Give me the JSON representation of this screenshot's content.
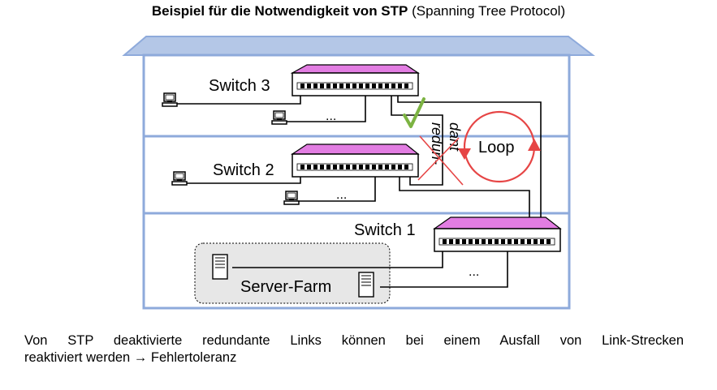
{
  "title": {
    "bold": "Beispiel für die Notwendigkeit von STP",
    "normal": "(Spanning Tree Protocol)"
  },
  "diagram": {
    "switches": [
      "Switch 3",
      "Switch 2",
      "Switch 1"
    ],
    "ellipsis": "...",
    "server_farm": "Server-Farm",
    "redundant_top": "redun-",
    "redundant_bottom": "dant",
    "loop": "Loop"
  },
  "caption": {
    "line1": "Von STP deaktivierte redundante Links können bei einem Ausfall von Link-Strecken",
    "line2": "reaktiviert werden → Fehlertoleranz"
  },
  "colors": {
    "building": "#8eaadb",
    "roof": "#b4c7e7",
    "switch_top": "#e27de2",
    "loop": "#e64545",
    "check": "#7cb342"
  }
}
